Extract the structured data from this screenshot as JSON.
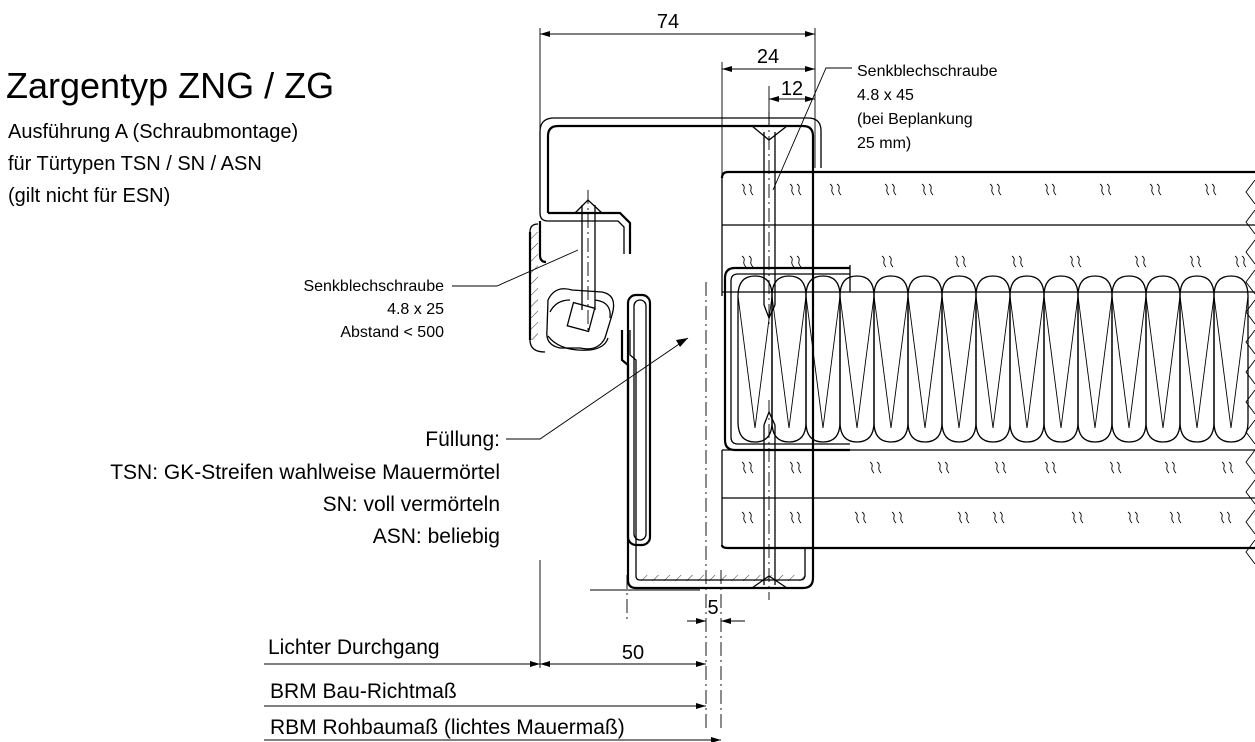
{
  "title": "Zargentyp ZNG  / ZG",
  "subtitle_lines": [
    "Ausführung A (Schraubmontage)",
    "für Türtypen TSN / SN / ASN",
    "(gilt nicht für ESN)"
  ],
  "screw_upper": {
    "name": "Senkblechschraube",
    "size": "4.8 x 45",
    "note1": "(bei Beplankung",
    "note2": "25 mm)"
  },
  "screw_left": {
    "name": "Senkblechschraube",
    "size": "4.8 x 25",
    "spacing": "Abstand < 500"
  },
  "filling": {
    "heading": "Füllung:",
    "lines": [
      "TSN: GK-Streifen wahlweise Mauermörtel",
      "SN: voll vermörteln",
      "ASN: beliebig"
    ]
  },
  "dimensions": {
    "overall": "74",
    "d24": "24",
    "d12": "12",
    "d5": "5",
    "d50": "50"
  },
  "measures": {
    "lichter": "Lichter Durchgang",
    "brm": "BRM Bau-Richtmaß",
    "rbm": "RBM Rohbaumaß (lichtes Mauermaß)"
  }
}
